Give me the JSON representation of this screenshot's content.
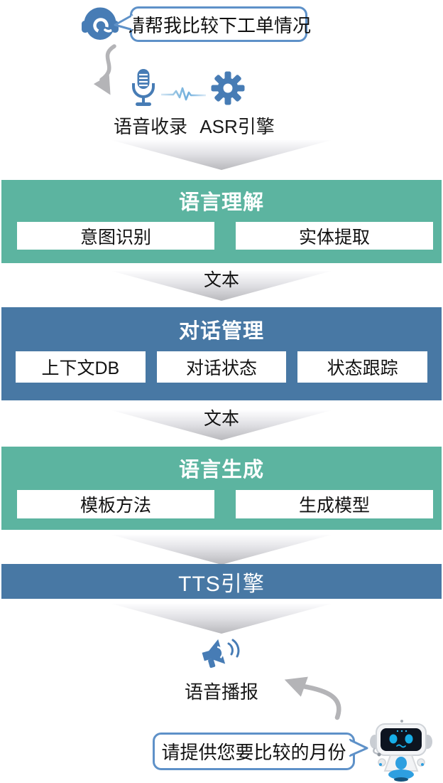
{
  "top": {
    "user_bubble_text": "请帮我比较下工单情况",
    "voice_capture_label": "语音收录",
    "asr_label": "ASR引擎"
  },
  "blocks": {
    "nlu": {
      "title": "语言理解",
      "items": [
        "意图识别",
        "实体提取"
      ]
    },
    "dm": {
      "title": "对话管理",
      "items": [
        "上下文DB",
        "对话状态",
        "状态跟踪"
      ]
    },
    "nlg": {
      "title": "语言生成",
      "items": [
        "模板方法",
        "生成模型"
      ]
    },
    "tts": {
      "title": "TTS引擎"
    }
  },
  "connectors": {
    "after_nlu": "文本",
    "after_dm": "文本"
  },
  "bottom": {
    "broadcast_label": "语音播报",
    "bot_bubble_text": "请提供您要比较的月份"
  },
  "colors": {
    "stage_green": "#5CB4A0",
    "stage_blue": "#4878A4",
    "icon_blue": "#477CB5",
    "arrow_gray": "#B4B4B7",
    "bubble_border": "#5E91C8",
    "waveform_blue": "#8FC0E1",
    "chevron_gray": "#BDBDC1"
  }
}
